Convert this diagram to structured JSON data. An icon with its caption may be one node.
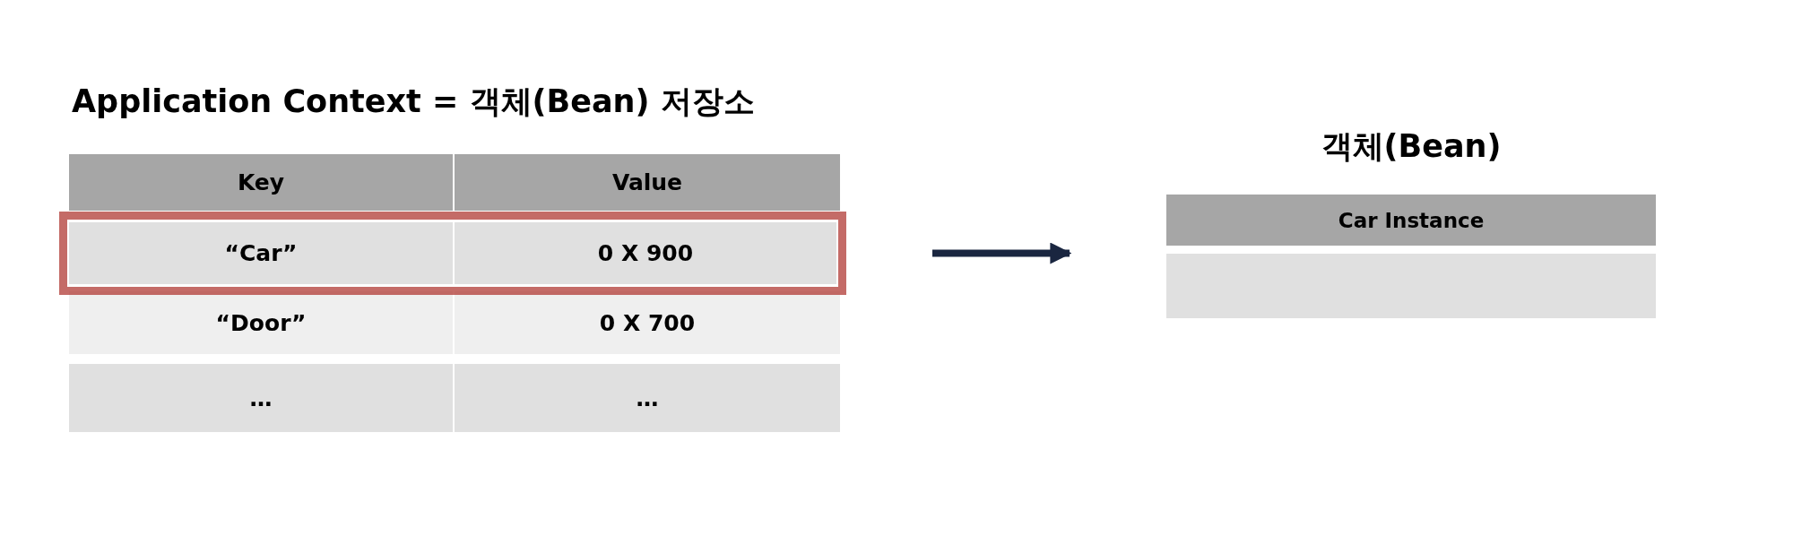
{
  "diagram": {
    "nodes": [
      {
        "text": [
          "Application Context = 객체(Bean) 저장소"
        ]
      },
      {
        "text": [
          "“Car”",
          "0 X 900"
        ],
        "in": 0
      },
      {
        "text": [
          "객체(Bean)",
          "Car Instance"
        ]
      }
    ],
    "edges": [
      {
        "from": 1,
        "to": 2,
        "arrow": "to"
      }
    ],
    "labels": [
      "Key",
      "Value",
      "“Door”",
      "0 X 700",
      "…",
      "…"
    ]
  }
}
